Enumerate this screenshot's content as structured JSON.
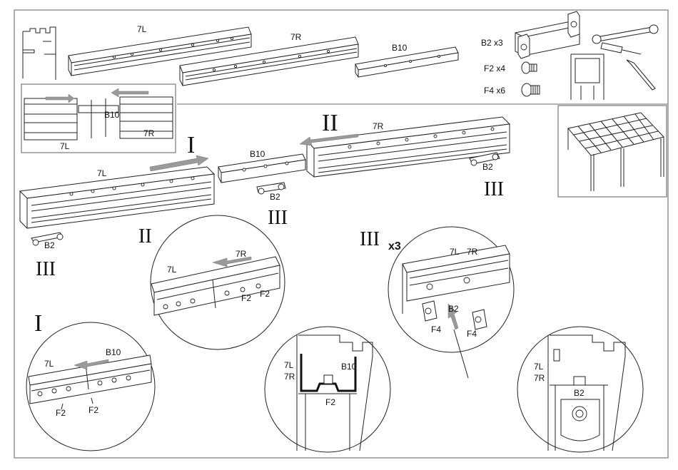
{
  "top_parts": {
    "profile_7l": "7L",
    "profile_7r": "7R",
    "profile_b10": "B10"
  },
  "hardware": {
    "b2": "B2 x3",
    "f2": "F2  x4",
    "f4": "F4  x6"
  },
  "inset_join": {
    "b10": "B10",
    "l": "7L",
    "r": "7R"
  },
  "assembly": {
    "step_i": "I",
    "step_ii": "II",
    "step_iii": "III",
    "label_7l": "7L",
    "label_7r": "7R",
    "label_b10": "B10",
    "label_b2": "B2"
  },
  "steps_area": {
    "ii_mark": "II",
    "i_mark": "I",
    "iii_mark": "III",
    "iii_count": "x3"
  },
  "circle_ii": {
    "l": "7L",
    "r": "7R",
    "f2": "F2"
  },
  "circle_i": {
    "l": "7L",
    "b10": "B10",
    "f2": "F2"
  },
  "circle_section_a": {
    "l": "7L",
    "r": "7R",
    "b10": "B10",
    "f2": "F2"
  },
  "circle_iii": {
    "l": "7L",
    "r": "7R",
    "b2": "B2",
    "f4": "F4"
  },
  "circle_section_b": {
    "l": "7L",
    "r": "7R",
    "b2": "B2"
  }
}
